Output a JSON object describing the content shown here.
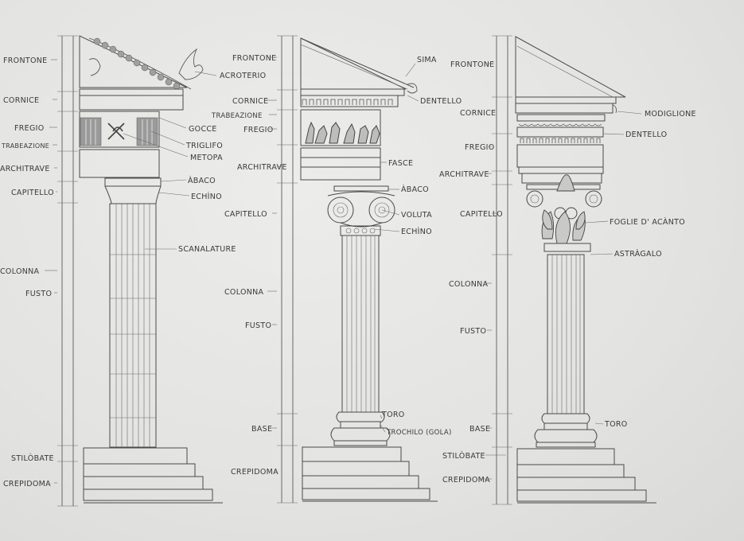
{
  "doric": {
    "left": [
      "FRONTONE",
      "CORNICE",
      "FREGIO",
      "TRABEAZIONE",
      "ARCHITRAVE",
      "CAPITELLO",
      "COLONNA",
      "FUSTO",
      "STILÒBATE",
      "CREPIDOMA"
    ],
    "right": [
      "ACROTERIO",
      "GOCCE",
      "TRIGLIFO",
      "METOPA",
      "ÀBACO",
      "ECHÌNO",
      "SCANALATURE"
    ]
  },
  "ionic": {
    "left": [
      "FRONTONE",
      "CORNICE",
      "TRABEAZIONE",
      "FREGIO",
      "ARCHITRAVE",
      "CAPITELLO",
      "COLONNA",
      "FUSTO",
      "BASE",
      "CREPIDOMA"
    ],
    "right": [
      "SIMA",
      "DENTELLO",
      "FASCE",
      "ÀBACO",
      "VOLUTA",
      "ECHÌNO",
      "TORO",
      "TROCHILO (GOLA)"
    ]
  },
  "corinthian": {
    "left": [
      "FRONTONE",
      "CORNICE",
      "FREGIO",
      "ARCHITRAVE",
      "CAPITELLO",
      "COLONNA",
      "FUSTO",
      "BASE",
      "STILÒBATE",
      "CREPIDOMA"
    ],
    "right": [
      "MODIGLIONE",
      "DENTELLO",
      "FOGLIE D' ACÀNTO",
      "ASTRÀGALO",
      "TORO"
    ]
  }
}
